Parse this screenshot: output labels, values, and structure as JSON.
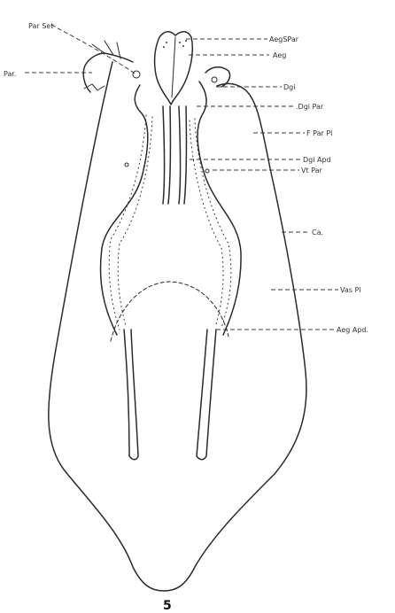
{
  "figure_number": "5",
  "labels": {
    "par_set": "Par Set",
    "par": "Par.",
    "aeg_s_par": "AegSPar",
    "aeg": "Aeg",
    "dgi": "Dgi",
    "dgi_par": ".Dgi Par",
    "f_par_pl": "F Par Pl",
    "dgi_apd": "Dgi Apd",
    "vt_par": "Vt Par",
    "ca": "Ca.",
    "vas_pl": "Vas Pl",
    "aeg_apd": "Aeg Apd."
  }
}
